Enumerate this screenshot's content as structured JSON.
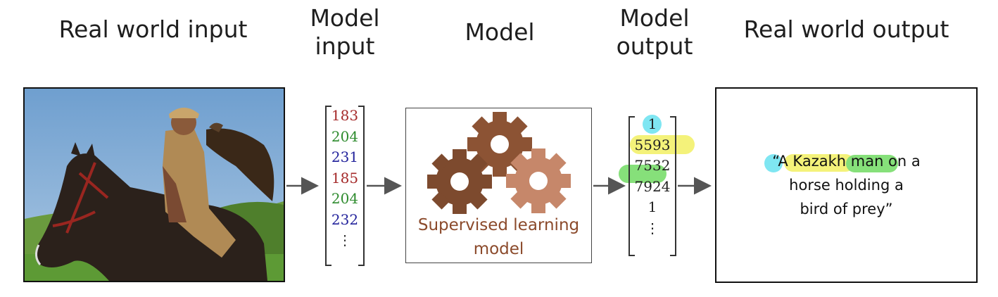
{
  "headers": {
    "real_world_input": "Real world input",
    "model_input": [
      "Model",
      "input"
    ],
    "model": "Model",
    "model_output": [
      "Model",
      "output"
    ],
    "real_world_output": "Real world output"
  },
  "model_input_values": [
    {
      "value": "183",
      "color": "#a52a2a"
    },
    {
      "value": "204",
      "color": "#2e8b2e"
    },
    {
      "value": "231",
      "color": "#22229b"
    },
    {
      "value": "185",
      "color": "#a52a2a"
    },
    {
      "value": "204",
      "color": "#2e8b2e"
    },
    {
      "value": "232",
      "color": "#22229b"
    },
    {
      "value": "⋮",
      "color": "#333333"
    }
  ],
  "model_label": [
    "Supervised learning",
    "model"
  ],
  "model_output_values": [
    {
      "value": "1",
      "highlight": "#7fe6f2"
    },
    {
      "value": "5593",
      "highlight": "#f4f27a"
    },
    {
      "value": "7532",
      "highlight": "#86e07a"
    },
    {
      "value": "7924",
      "highlight": ""
    },
    {
      "value": "1",
      "highlight": ""
    },
    {
      "value": "⋮",
      "highlight": ""
    }
  ],
  "caption_lines": [
    "“A Kazakh man on a",
    "horse holding a",
    "bird of prey”"
  ],
  "colors": {
    "gear_dark": "#7d4a2e",
    "gear_mid": "#8c5334",
    "gear_light": "#c6876a",
    "arrow": "#555555",
    "highlight_cyan": "#7fe6f2",
    "highlight_yellow": "#f4f27a",
    "highlight_green": "#86e07a"
  },
  "icons": [
    "gears-icon",
    "arrow-right-icon"
  ]
}
